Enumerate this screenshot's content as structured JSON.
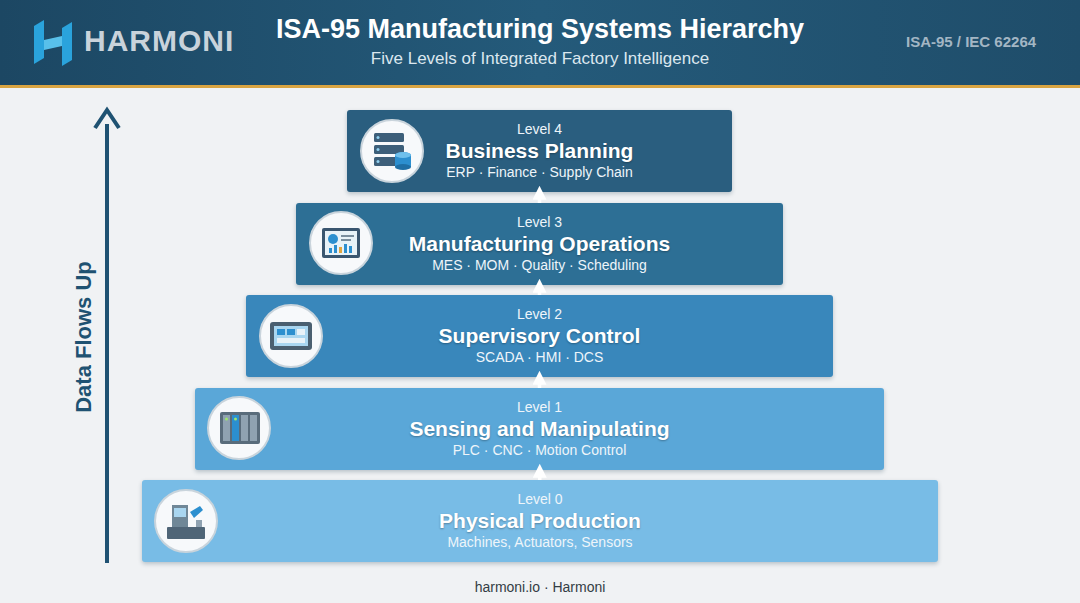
{
  "diagram": {
    "title": "ISA-95 Manufacturing Systems Hierarchy",
    "nodes": [
      {
        "text": [
          "Level 4",
          "Business Planning",
          "ERP · Finance · Supply Chain"
        ]
      },
      {
        "text": [
          "Level 3",
          "Manufacturing Operations",
          "MES · MOM · Quality · Scheduling"
        ]
      },
      {
        "text": [
          "Level 2",
          "Supervisory Control",
          "SCADA · HMI · DCS"
        ]
      },
      {
        "text": [
          "Level 1",
          "Sensing and Manipulating",
          "PLC · CNC · Motion Control"
        ]
      },
      {
        "text": [
          "Level 0",
          "Physical Production",
          "Machines, Actuators, Sensors"
        ]
      }
    ],
    "edges": [
      {
        "from": 4,
        "to": 3,
        "arrow": "to"
      },
      {
        "from": 3,
        "to": 2,
        "arrow": "to"
      },
      {
        "from": 2,
        "to": 1,
        "arrow": "to"
      },
      {
        "from": 1,
        "to": 0,
        "arrow": "to"
      }
    ],
    "labels": [
      "HARMONI",
      "Five Levels of Integrated Factory Intelligence",
      "ISA-95 / IEC 62264",
      "Data Flows Up",
      "harmoni.io · Harmoni"
    ]
  }
}
